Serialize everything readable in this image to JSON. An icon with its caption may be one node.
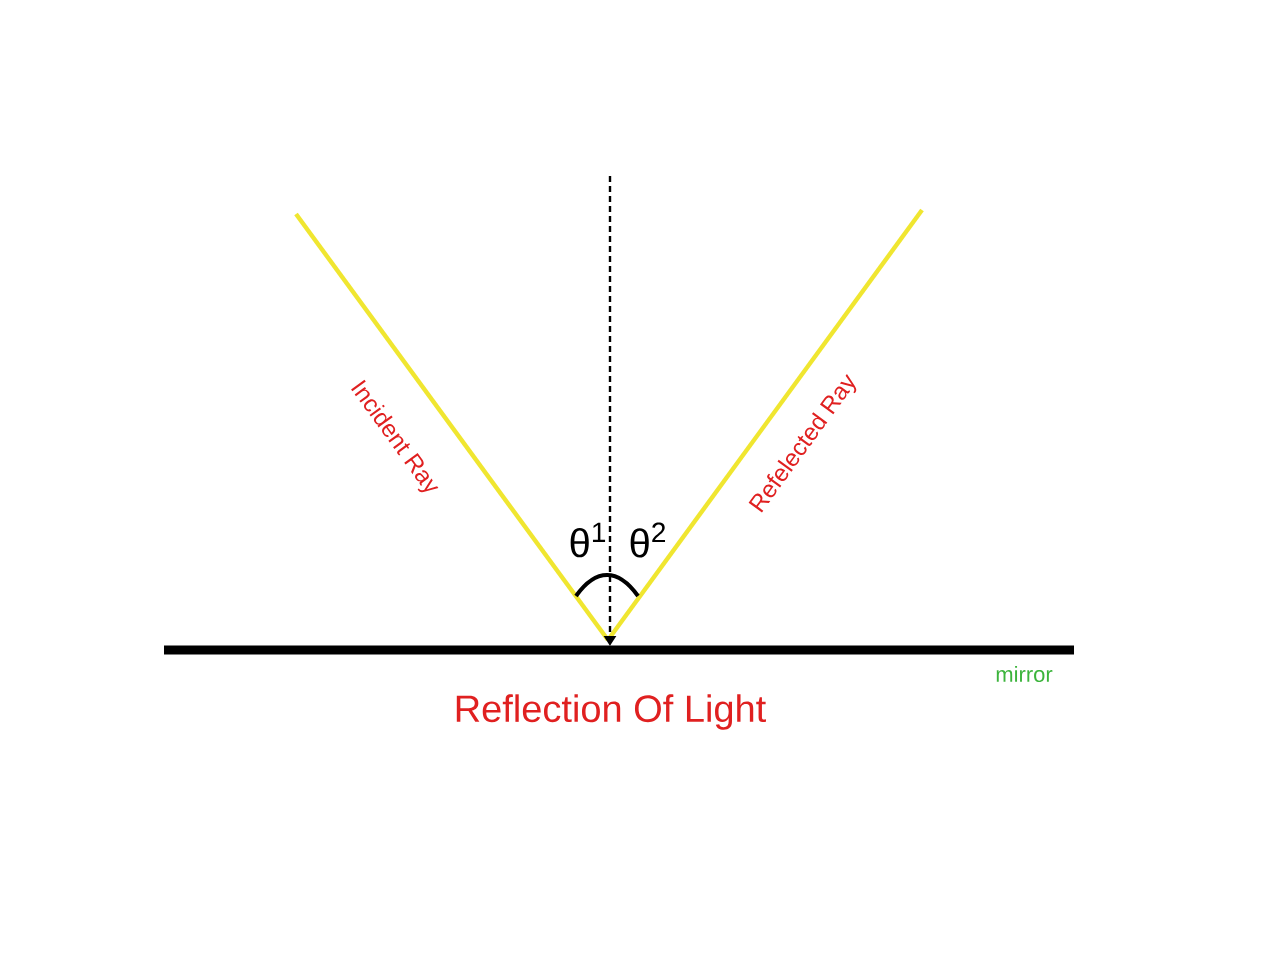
{
  "diagram": {
    "caption": "Reflection Of Light",
    "labels": [
      "Incident Ray",
      "Refelected Ray",
      "θ$^{1}$",
      "θ$^{2}$",
      "mirror"
    ]
  }
}
